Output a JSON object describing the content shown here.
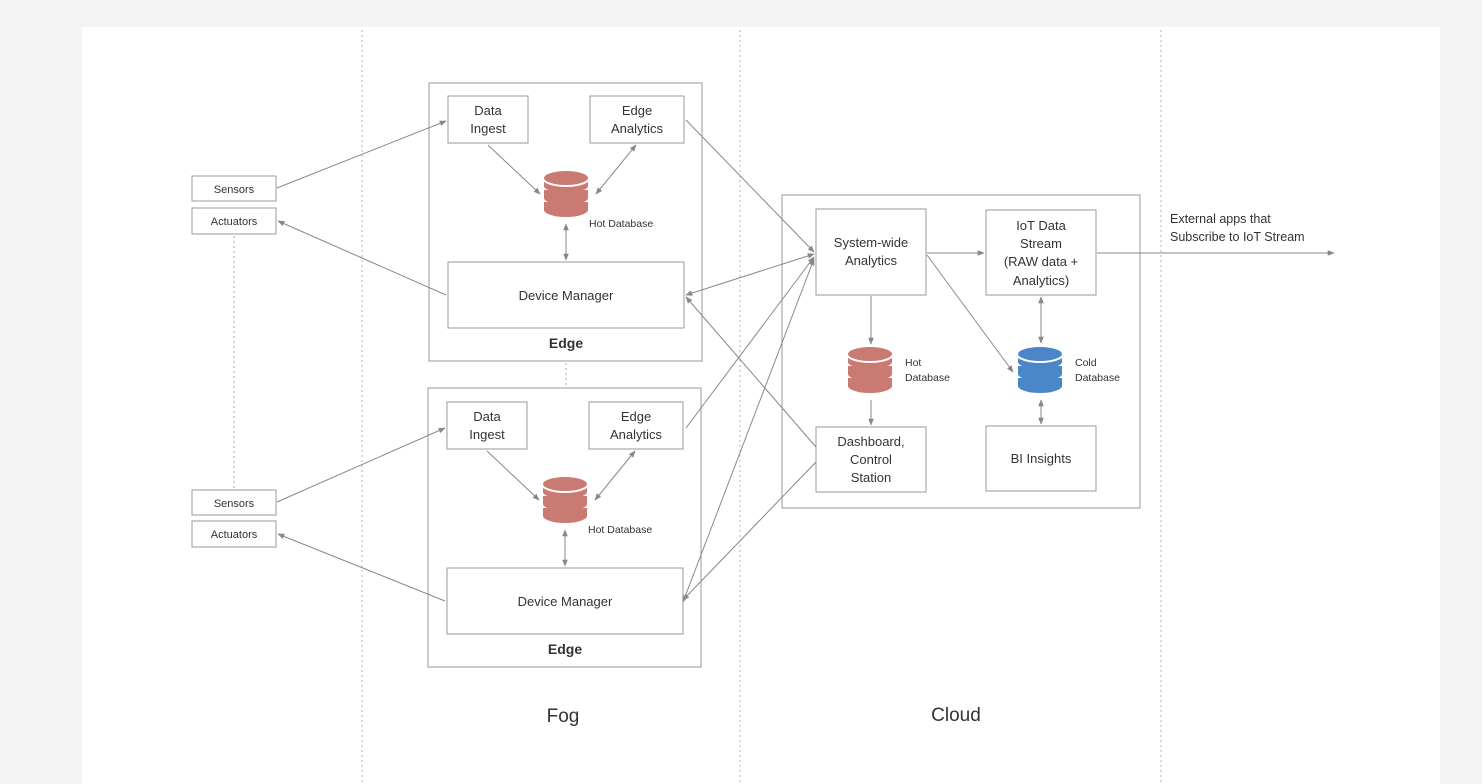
{
  "zones": {
    "fog": "Fog",
    "cloud": "Cloud"
  },
  "devices": {
    "group1": {
      "sensors": "Sensors",
      "actuators": "Actuators"
    },
    "group2": {
      "sensors": "Sensors",
      "actuators": "Actuators"
    }
  },
  "edge1": {
    "title": "Edge",
    "data_ingest": [
      "Data",
      "Ingest"
    ],
    "edge_analytics": [
      "Edge",
      "Analytics"
    ],
    "hot_db": "Hot Database",
    "device_manager": "Device Manager"
  },
  "edge2": {
    "title": "Edge",
    "data_ingest": [
      "Data",
      "Ingest"
    ],
    "edge_analytics": [
      "Edge",
      "Analytics"
    ],
    "hot_db": "Hot Database",
    "device_manager": "Device Manager"
  },
  "cloud": {
    "system_analytics": [
      "System-wide",
      "Analytics"
    ],
    "iot_stream": [
      "IoT Data",
      "Stream",
      "(RAW data +",
      "Analytics)"
    ],
    "hot_db": [
      "Hot",
      "Database"
    ],
    "cold_db": [
      "Cold",
      "Database"
    ],
    "dashboard": [
      "Dashboard,",
      "Control",
      "Station"
    ],
    "bi_insights": "BI Insights"
  },
  "external": [
    "External apps that",
    "Subscribe to IoT Stream"
  ],
  "colors": {
    "hot_db": "#c97a73",
    "cold_db": "#4a86c8",
    "line": "#888888",
    "box_border": "#999999"
  }
}
